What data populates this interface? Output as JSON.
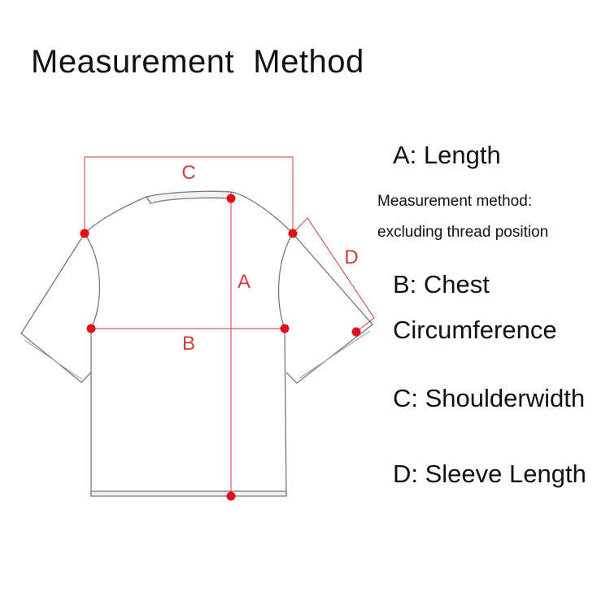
{
  "title": "Measurement  Method",
  "diagram": {
    "labels": {
      "a": "A",
      "b": "B",
      "c": "C",
      "d": "D"
    },
    "colors": {
      "measure": "#d23b3b",
      "dot": "#e0101a",
      "outline": "#777777"
    }
  },
  "legend": {
    "a_title": "A: Length",
    "a_note_1": "Measurement method:",
    "a_note_2": "excluding thread position",
    "b_title_1": "B: Chest",
    "b_title_2": "Circumference",
    "c_title": "C: Shoulderwidth",
    "d_title": "D: Sleeve Length"
  }
}
